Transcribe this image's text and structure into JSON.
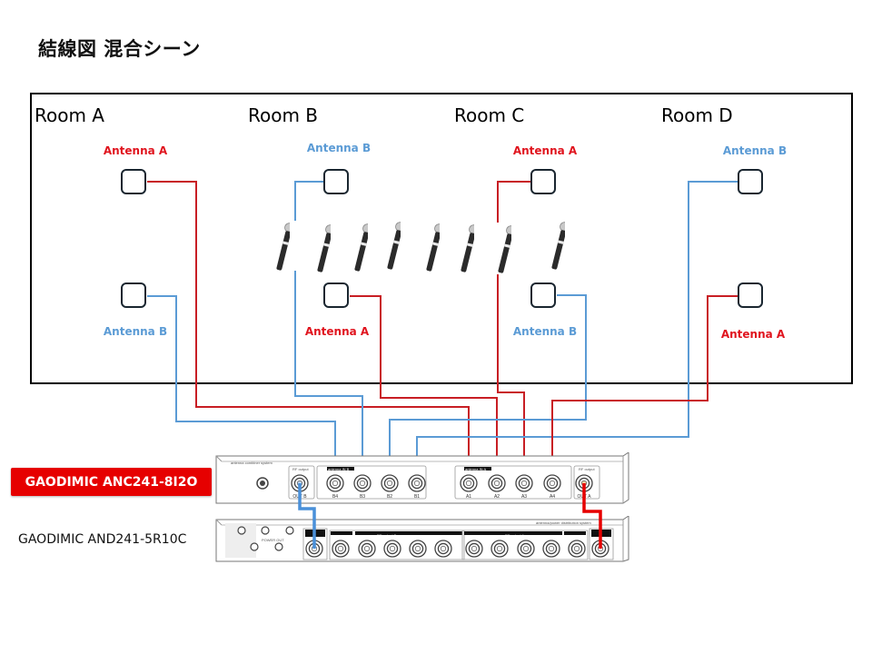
{
  "title": "結線図 混合シーン",
  "rooms": [
    {
      "name": "Room A",
      "top_antenna": {
        "label": "Antenna A",
        "type": "A"
      },
      "bottom_antenna": {
        "label": "Antenna B",
        "type": "B"
      }
    },
    {
      "name": "Room B",
      "top_antenna": {
        "label": "Antenna B",
        "type": "B"
      },
      "bottom_antenna": {
        "label": "Antenna A",
        "type": "A"
      }
    },
    {
      "name": "Room C",
      "top_antenna": {
        "label": "Antenna A",
        "type": "A"
      },
      "bottom_antenna": {
        "label": "Antenna B",
        "type": "B"
      }
    },
    {
      "name": "Room D",
      "top_antenna": {
        "label": "Antenna B",
        "type": "B"
      },
      "bottom_antenna": {
        "label": "Antenna A",
        "type": "A"
      }
    }
  ],
  "microphones": {
    "count": 8,
    "icon": "handheld-microphone-icon"
  },
  "colors": {
    "antenna_a": "#e0141e",
    "antenna_b": "#5b9bd5",
    "device_label_bg": "#e60000"
  },
  "devices": {
    "combiner": {
      "label": "GAODIMIC ANC241-8I2O",
      "panel_title": "antenna combiner system",
      "rf_output_label": "RF output",
      "group_b_label": "antenna IN B",
      "group_a_label": "antenna IN A",
      "ports_b": [
        "B4",
        "B3",
        "B2",
        "B1"
      ],
      "ports_a": [
        "A1",
        "A2",
        "A3",
        "A4"
      ],
      "out_b": "OUT B",
      "out_a": "OUT A"
    },
    "distributor": {
      "label": "GAODIMIC AND241-5R10C",
      "panel_title": "antenna/power distribution system",
      "rf_output_a_label": "RF output A",
      "rf_output_b_label": "RF output B",
      "cascade_label": "cascade",
      "power_out_label": "POWER OUT"
    }
  }
}
